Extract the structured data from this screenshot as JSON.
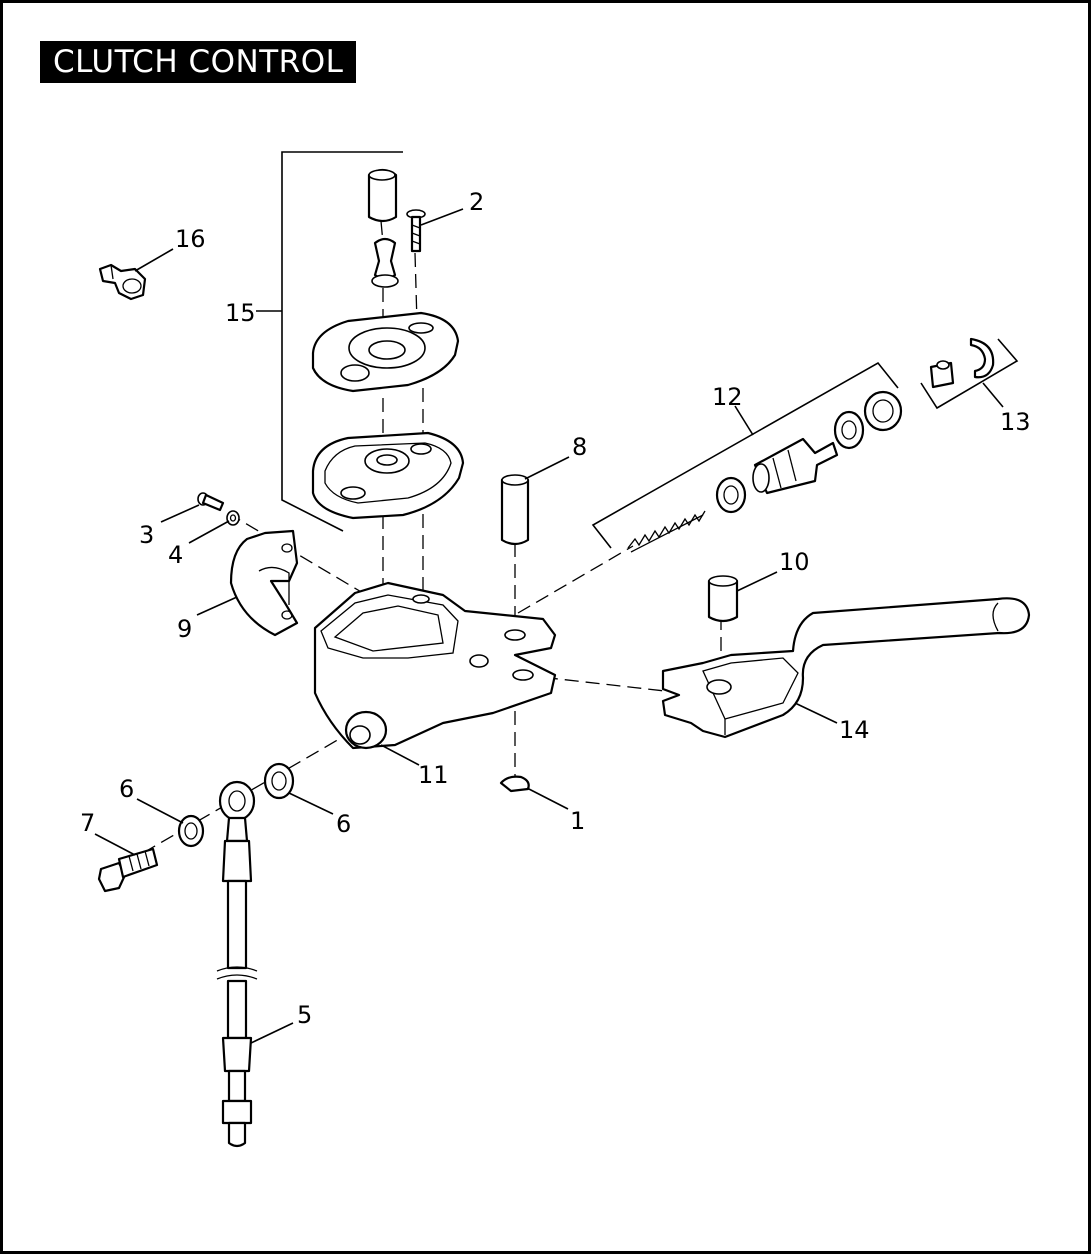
{
  "title": "CLUTCH CONTROL",
  "callouts": [
    {
      "id": "c1",
      "label": "1"
    },
    {
      "id": "c2",
      "label": "2"
    },
    {
      "id": "c3",
      "label": "3"
    },
    {
      "id": "c4",
      "label": "4"
    },
    {
      "id": "c5",
      "label": "5"
    },
    {
      "id": "c6a",
      "label": "6"
    },
    {
      "id": "c6b",
      "label": "6"
    },
    {
      "id": "c7",
      "label": "7"
    },
    {
      "id": "c8",
      "label": "8"
    },
    {
      "id": "c9",
      "label": "9"
    },
    {
      "id": "c10",
      "label": "10"
    },
    {
      "id": "c11",
      "label": "11"
    },
    {
      "id": "c12",
      "label": "12"
    },
    {
      "id": "c13",
      "label": "13"
    },
    {
      "id": "c14",
      "label": "14"
    },
    {
      "id": "c15",
      "label": "15"
    },
    {
      "id": "c16",
      "label": "16"
    }
  ]
}
